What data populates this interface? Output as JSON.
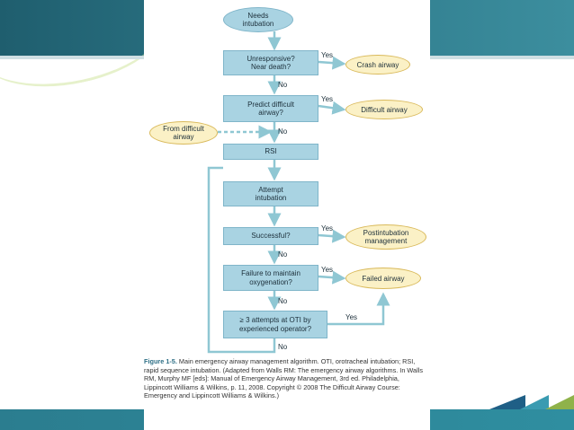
{
  "flowchart": {
    "start": "Needs\nintubation",
    "q_unresponsive": "Unresponsive?\nNear death?",
    "crash_airway": "Crash airway",
    "q_predict_difficult": "Predict difficult\nairway?",
    "difficult_airway": "Difficult airway",
    "from_difficult_airway": "From difficult\nairway",
    "rsi": "RSI",
    "attempt_intubation": "Attempt\nintubation",
    "q_successful": "Successful?",
    "postintubation": "Postintubation\nmanagement",
    "q_failure_oxygenation": "Failure to maintain\noxygenation?",
    "failed_airway": "Failed airway",
    "q_attempts": "≥ 3 attempts at OTI by\nexperienced operator?",
    "yes": "Yes",
    "no": "No"
  },
  "caption": {
    "figure_label": "Figure 1-5.",
    "text": " Main emergency airway management algorithm. OTI, orotracheal intubation; RSI, rapid sequence intubation. (Adapted from Walls RM: The emergency airway algorithms. In Walls RM, Murphy MF [eds]: Manual of Emergency Airway Management, 3rd ed. Philadelphia, Lippincott Williams & Wilkins, p. 11, 2008. Copyright © 2008 The Difficult Airway Course: Emergency and Lippincott Williams & Wilkins.)"
  },
  "colors": {
    "box_fill": "#a9d3e2",
    "line": "#8fc7d3",
    "terminal_fill": "#fbf1c6",
    "terminal_border": "#d9b95a",
    "slide_band": "#2f7b8c"
  }
}
